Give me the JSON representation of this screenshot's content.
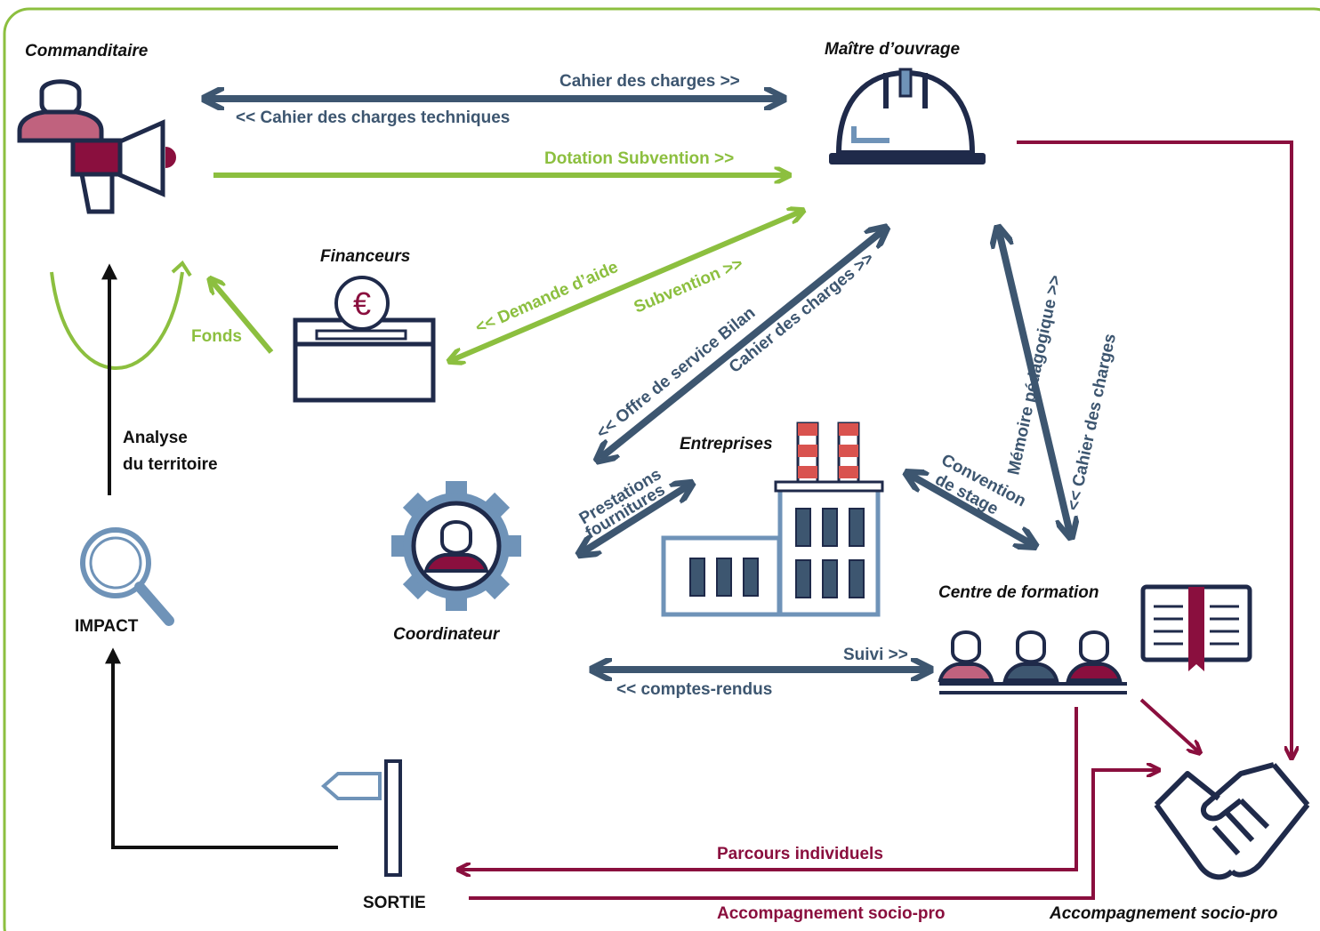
{
  "colors": {
    "frame": "#8cbf3f",
    "blue": "#3d5670",
    "light_blue": "#6f93b8",
    "green": "#8cbf3f",
    "crimson": "#8a0f3e",
    "pink": "#c0627e",
    "navy": "#1f2a4a",
    "black": "#111111"
  },
  "actors": {
    "commanditaire": "Commanditaire",
    "maitre_ouvrage": "Maître d’ouvrage",
    "financeurs": "Financeurs",
    "entreprises": "Entreprises",
    "coordinateur": "Coordinateur",
    "centre_formation": "Centre de formation",
    "accompagnement": "Accompagnement socio-pro",
    "impact": "IMPACT",
    "sortie": "SORTIE"
  },
  "flows": {
    "cahier_charges": "Cahier des charges >>",
    "cahier_charges_tech": "<< Cahier des charges techniques",
    "dotation": "Dotation Subvention >>",
    "subvention": "Subvention >>",
    "demande_aide": "<< Demande d’aide",
    "fonds": "Fonds",
    "cahier_charges_coord": "Cahier des charges >>",
    "offre_service": "<< Offre de service Bilan",
    "memoire": "Mémoire pédagogique >>",
    "cahier_charges_centre": "<< Cahier des charges",
    "convention_1": "Convention",
    "convention_2": "de stage",
    "prestations_1": "Prestations",
    "prestations_2": "fournitures",
    "suivi": "Suivi >>",
    "comptes_rendus": "<< comptes-rendus",
    "parcours": "Parcours individuels",
    "accompagnement_flow": "Accompagnement socio-pro",
    "analyse_1": "Analyse",
    "analyse_2": "du territoire"
  },
  "icons": {
    "euro_symbol": "€"
  }
}
